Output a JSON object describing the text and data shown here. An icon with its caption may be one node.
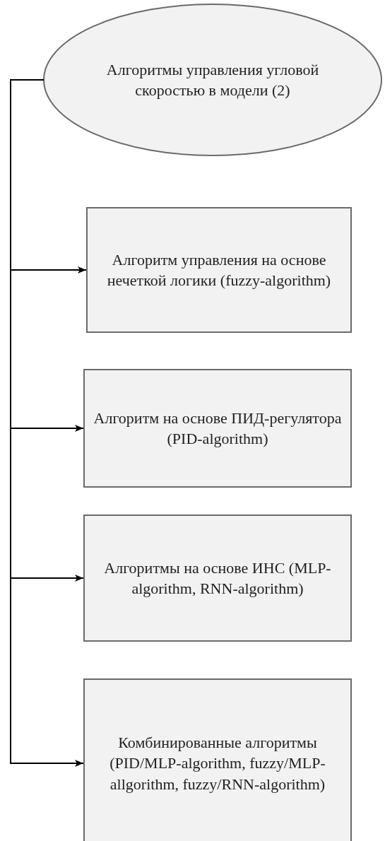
{
  "diagram": {
    "nodes": [
      {
        "text": [
          "Алгоритмы управления угловой скоростью в модели (2)"
        ]
      },
      {
        "text": [
          "Алгоритм управления на основе нечеткой логики (fuzzy-algorithm)"
        ]
      },
      {
        "text": [
          "Алгоритм на основе ПИД-регулятора (PID-algorithm)"
        ]
      },
      {
        "text": [
          "Алгоритмы на основе ИНС (MLP-algorithm, RNN-algorithm)"
        ]
      },
      {
        "text": [
          "Комбинированные алгоритмы (PID/MLP-algorithm, fuzzy/MLP-allgorithm, fuzzy/RNN-algorithm)"
        ]
      }
    ],
    "edges": [
      {
        "from": 0,
        "to": 1,
        "arrow": "to"
      },
      {
        "from": 0,
        "to": 2,
        "arrow": "to"
      },
      {
        "from": 0,
        "to": 3,
        "arrow": "to"
      },
      {
        "from": 0,
        "to": 4,
        "arrow": "to"
      }
    ]
  }
}
